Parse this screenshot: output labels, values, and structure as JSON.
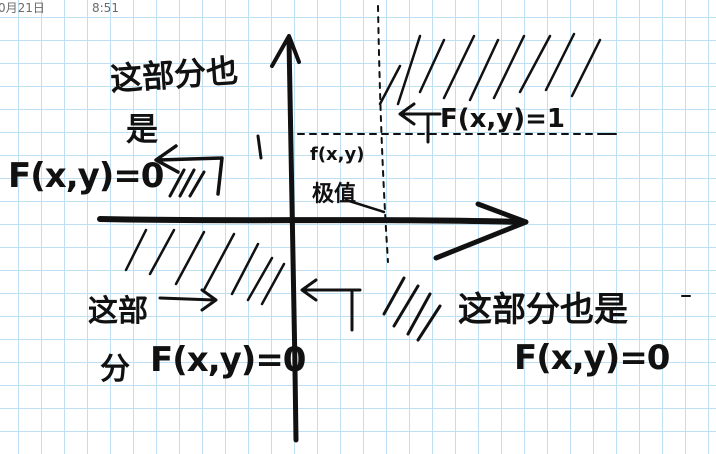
{
  "header": {
    "date": "0月21日",
    "time": "8:51"
  },
  "annotations": {
    "region_top_left_line1": "这部分也",
    "region_top_left_line2": "是",
    "func_left": "F(x,y)=0",
    "extremum_line1": "f(x,y)",
    "extremum_line2": "极值",
    "func_top_right": "F(x,y)=1",
    "region_bottom_left_line1": "这部",
    "region_bottom_left_line2": "分",
    "func_bottom_left": "F(x,y)=0",
    "region_bottom_right": "这部分也是",
    "func_bottom_right": "F(x,y)=0"
  }
}
